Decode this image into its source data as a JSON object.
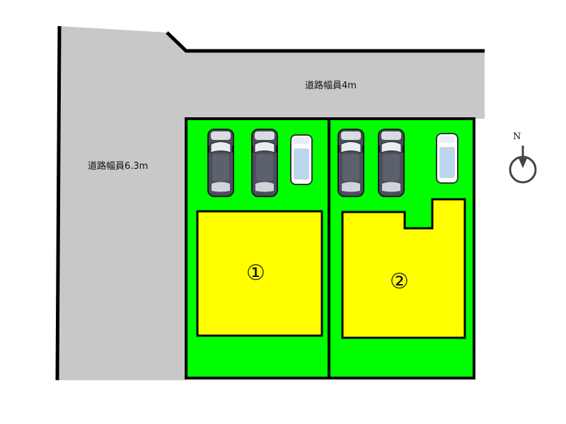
{
  "roads": {
    "north": {
      "label": "道路幅員4m"
    },
    "west": {
      "label": "道路幅員6.3m"
    }
  },
  "lots": [
    {
      "number": "①"
    },
    {
      "number": "②"
    }
  ],
  "compass": {
    "letter": "N"
  },
  "colors": {
    "road": "#c8c8c8",
    "lot": "#00ff00",
    "building": "#ffff00",
    "outline": "#000000",
    "car_dark": "#4a4f5a",
    "car_light": "#bcd6ee"
  },
  "parking": {
    "lot_1": [
      "dark-car",
      "dark-car",
      "light-car"
    ],
    "lot_2": [
      "dark-car",
      "dark-car",
      "light-car"
    ]
  }
}
